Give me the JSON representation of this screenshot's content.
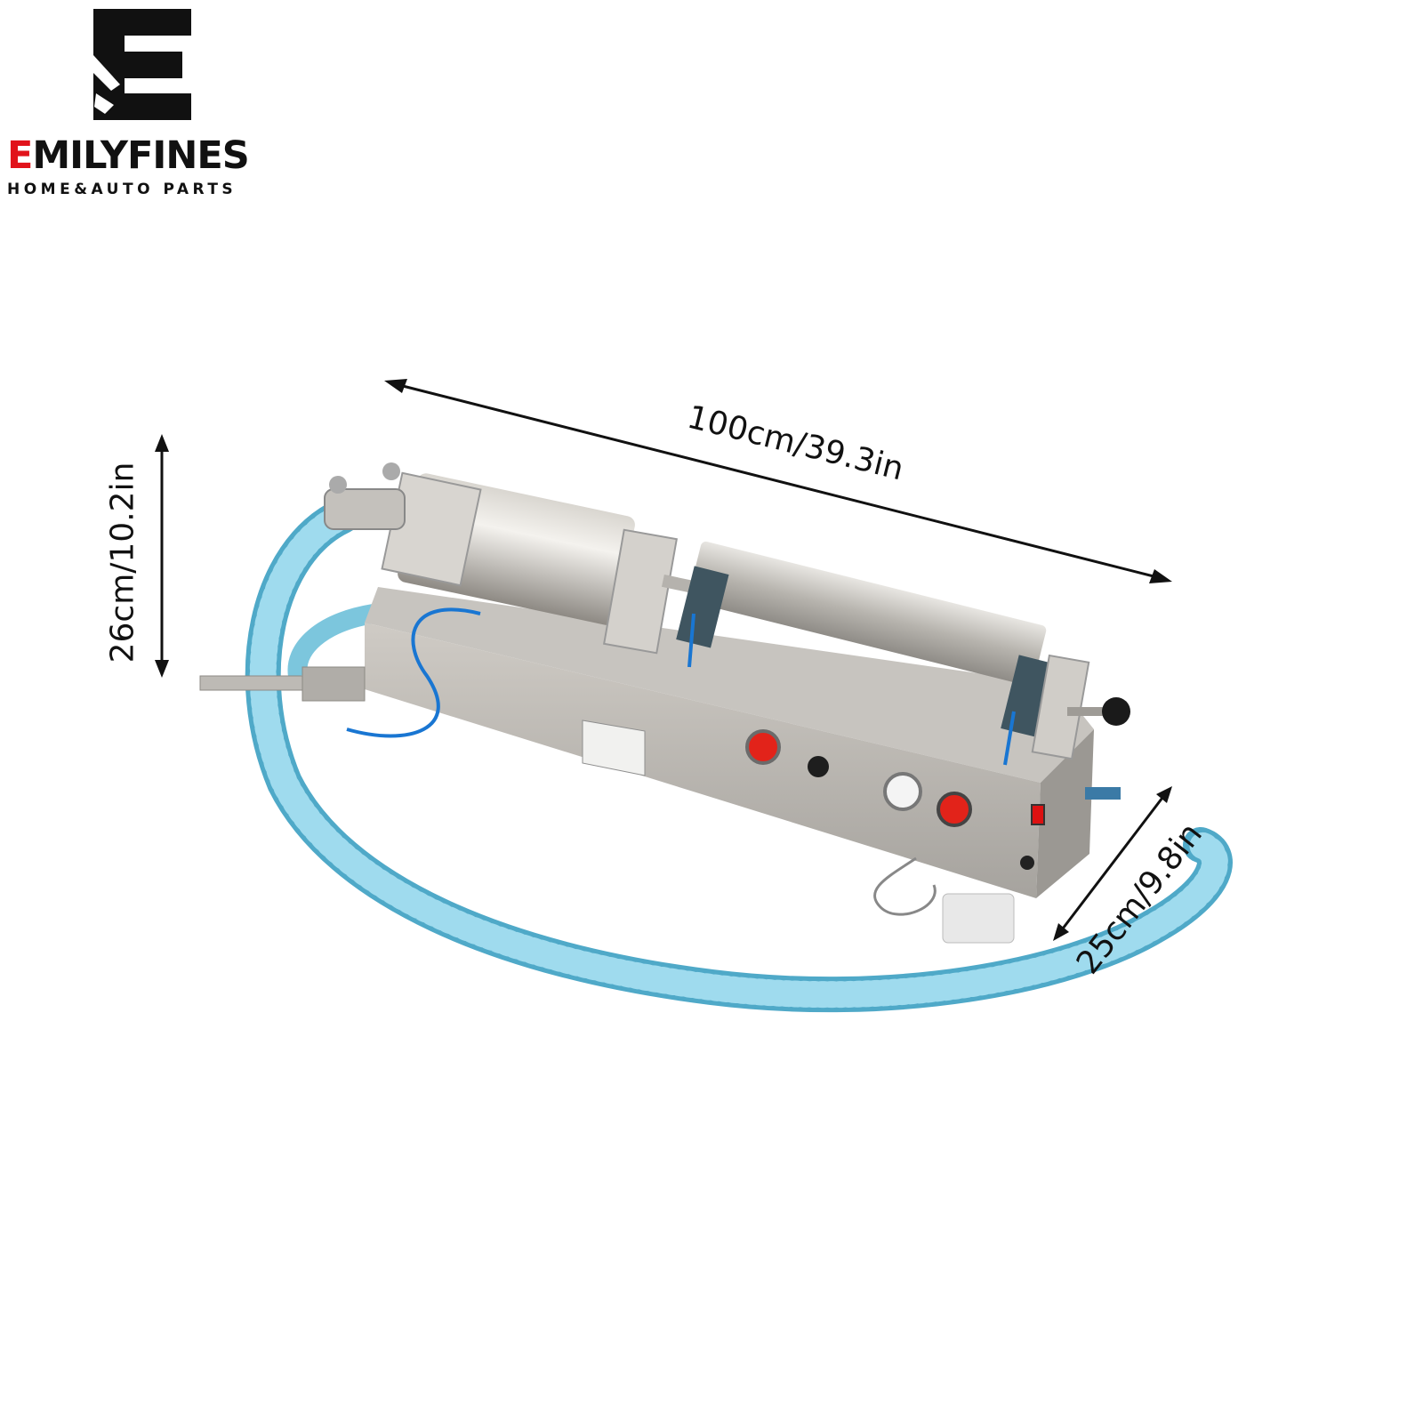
{
  "brand": {
    "logo_letter": "E",
    "name_accent": "E",
    "name_rest": "MILYFINES",
    "tagline": "HOME&AUTO PARTS",
    "accent_color": "#e1131b"
  },
  "dimensions": {
    "length": "100cm/39.3in",
    "height": "26cm/10.2in",
    "depth": "25cm/9.8in"
  },
  "product": {
    "subject": "piston liquid filling machine",
    "hose_color": "#5cb8d6"
  }
}
